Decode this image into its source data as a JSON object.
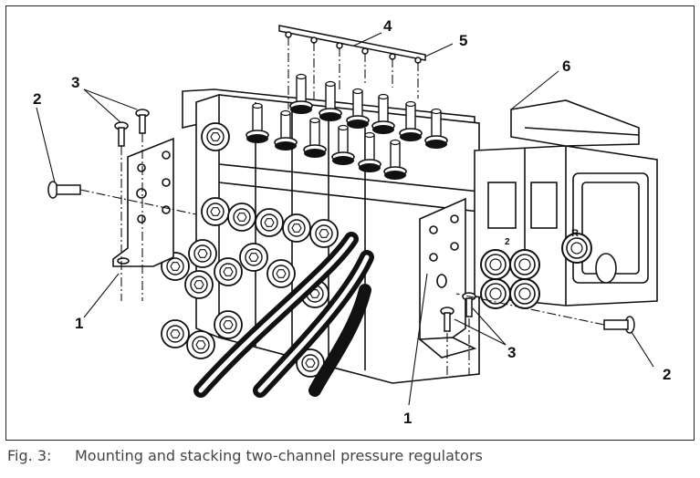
{
  "figure": {
    "label": "Fig. 3:",
    "title": "Mounting and stacking two-channel pressure regulators"
  },
  "callouts": {
    "c1a": "1",
    "c1b": "1",
    "c2a": "2",
    "c2b": "2",
    "c3a": "3",
    "c3b": "3",
    "c4": "4",
    "c5": "5",
    "c6": "6"
  },
  "labels": {
    "port_r": "R",
    "port_2": "2"
  }
}
